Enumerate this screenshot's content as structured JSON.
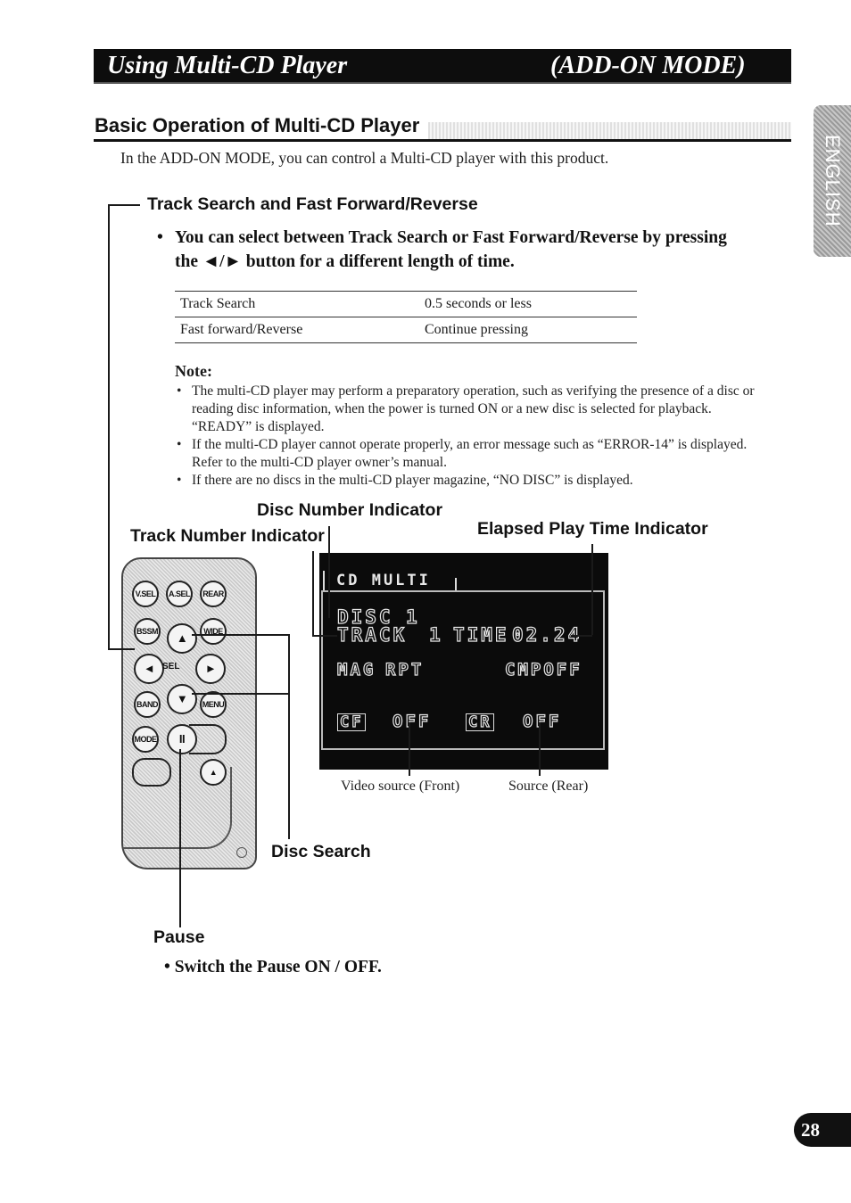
{
  "header": {
    "title_left": "Using Multi-CD Player",
    "title_right": "(ADD-ON MODE)"
  },
  "side_tab": {
    "label": "ENGLISH"
  },
  "section": {
    "title": "Basic Operation of Multi-CD Player",
    "intro": "In the ADD-ON MODE, you can control a Multi-CD player with this product."
  },
  "track_search": {
    "heading": "Track Search and Fast Forward/Reverse",
    "bullet": "You can select between Track Search or Fast Forward/Reverse by pressing the ◄/► button for a different length of time.",
    "table": [
      {
        "action": "Track Search",
        "duration": "0.5 seconds or less"
      },
      {
        "action": "Fast forward/Reverse",
        "duration": "Continue pressing"
      }
    ]
  },
  "note": {
    "label": "Note:",
    "items": [
      "The multi-CD player may perform a preparatory operation, such as verifying the presence of a disc or reading disc information, when the power is turned ON or a new disc is selected for playback. “READY” is displayed.",
      "If the multi-CD player cannot operate properly, an error message such as “ERROR-14” is displayed. Refer to the multi-CD player owner’s manual.",
      "If there are no discs in the multi-CD player magazine, “NO DISC” is displayed."
    ]
  },
  "labels": {
    "disc_number": "Disc Number Indicator",
    "track_number": "Track Number Indicator",
    "elapsed_time": "Elapsed Play Time Indicator",
    "disc_search": "Disc Search",
    "pause": "Pause",
    "video_front": "Video source (Front)",
    "source_rear": "Source (Rear)"
  },
  "display": {
    "line1": "CD MULTI",
    "disc_label": "DISC",
    "disc_value": "1",
    "track_label": "TRACK",
    "track_value": "1",
    "time_label": "TIME",
    "time_value": "02.24",
    "mag": "MAG",
    "rpt": "RPT",
    "cmp": "CMPOFF",
    "front_icon": "CF",
    "front_value": "OFF",
    "rear_icon": "CR",
    "rear_value": "OFF"
  },
  "remote": {
    "vsel": "V.SEL",
    "asel": "A.SEL",
    "rear": "REAR",
    "bssm": "BSSM",
    "wide": "WIDE",
    "band": "BAND",
    "menu": "MENU",
    "mode": "MODE",
    "sel": "SEL",
    "up": "▲",
    "down": "▼",
    "left": "◄",
    "right": "►",
    "pause": "II",
    "eject": "▲"
  },
  "pause_bullet": "Switch the Pause ON / OFF.",
  "page_number": "28"
}
